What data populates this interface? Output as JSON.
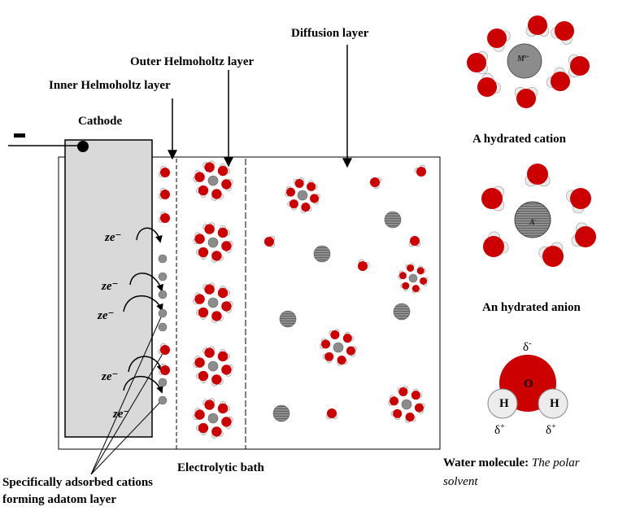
{
  "labels": {
    "diffusion_layer": "Diffusion layer",
    "outer_helmholtz": "Outer Helmoholtz layer",
    "inner_helmholtz": "Inner Helmoholtz layer",
    "cathode": "Cathode",
    "terminal_sign": "-",
    "electron_transfer": "ze⁻",
    "electrolytic_bath": "Electrolytic bath",
    "adatom_line1": "Specifically adsorbed cations",
    "adatom_line2": "forming adatom layer"
  },
  "legend": {
    "hydrated_cation": "A hydrated cation",
    "cation_symbol": "M",
    "cation_charge": "z+",
    "hydrated_anion": "An hydrated anion",
    "anion_symbol": "A",
    "anion_charge": "-",
    "water_title": "Water molecule:",
    "water_subtitle_1": "The polar",
    "water_subtitle_2": "solvent",
    "oxygen": "O",
    "hydrogen": "H",
    "delta": "δ",
    "delta_minus": "-",
    "delta_plus": "+"
  },
  "colors": {
    "water_oxygen": "#cc0000",
    "water_hydrogen": "#ececec",
    "ion_gray": "#8c8c8c",
    "cathode_fill": "#d9d9d9"
  }
}
